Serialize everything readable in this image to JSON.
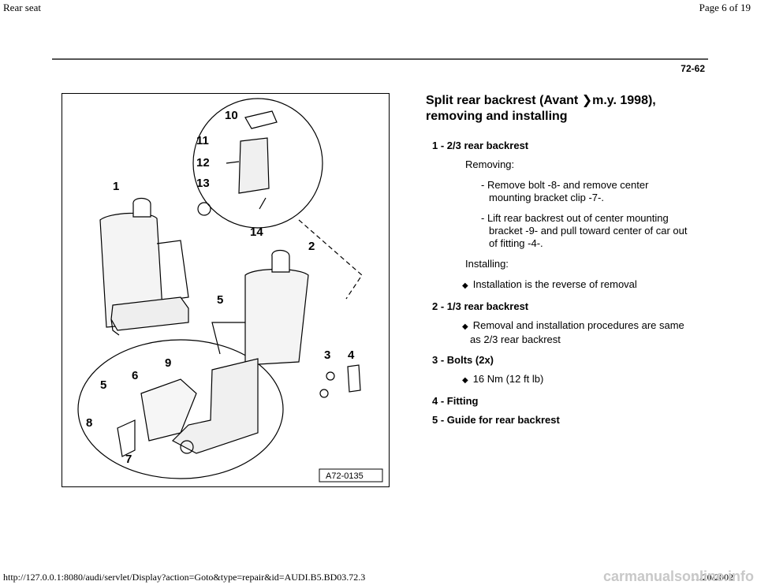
{
  "header": {
    "left_title": "Rear seat",
    "page_indicator": "Page 6 of 19"
  },
  "page_number": "72-62",
  "title": {
    "line1_prefix": "Split rear backrest (Avant ",
    "arrow": "❯",
    "line1_suffix": "m.y. 1998),",
    "line2": "removing and installing"
  },
  "figure": {
    "code": "A72-0135",
    "callouts": [
      "1",
      "2",
      "3",
      "4",
      "5",
      "6",
      "7",
      "8",
      "9",
      "10",
      "11",
      "12",
      "13",
      "14"
    ]
  },
  "items": [
    {
      "title": "1 - 2/3 rear backrest",
      "removing_label": "Removing:",
      "steps": [
        "- Remove bolt -8- and remove center mounting bracket clip -7-.",
        "- Lift rear backrest out of center mounting bracket -9- and pull toward center of car out of fitting -4-."
      ],
      "installing_label": "Installing:",
      "bullets": [
        "Installation is the reverse of removal"
      ]
    },
    {
      "title": "2 - 1/3 rear backrest",
      "bullets": [
        "Removal and installation procedures are same as 2/3 rear backrest"
      ]
    },
    {
      "title": "3 - Bolts (2x)",
      "bullets": [
        "16 Nm (12 ft lb)"
      ]
    },
    {
      "title": "4 - Fitting"
    },
    {
      "title": "5 - Guide for rear backrest"
    }
  ],
  "bullet_glyph": "◆",
  "footer": {
    "url": "http://127.0.0.1:8080/audi/servlet/Display?action=Goto&type=repair&id=AUDI.B5.BD03.72.3",
    "date": "11/20/2002",
    "watermark": "carmanualsonline.info"
  }
}
